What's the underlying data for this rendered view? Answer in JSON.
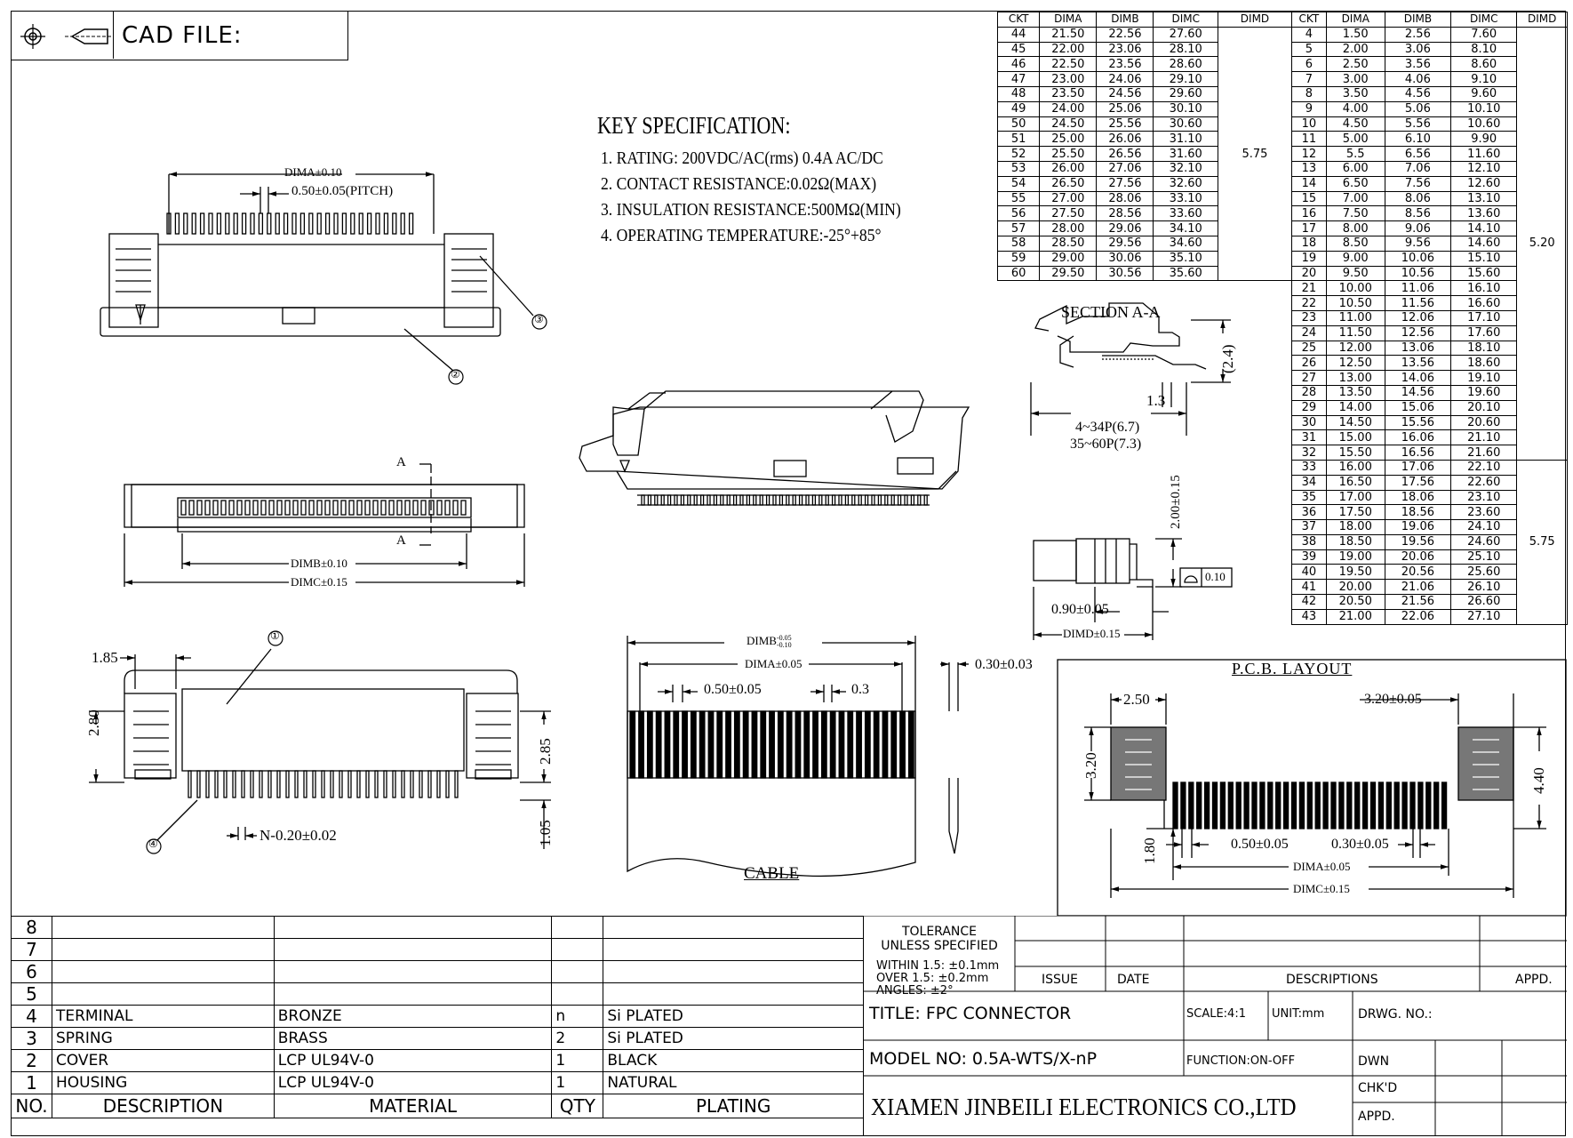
{
  "header": {
    "cad_label": "CAD FILE:"
  },
  "dim_table_left": {
    "headers": [
      "CKT",
      "DIMA",
      "DIMB",
      "DIMC",
      "DIMD"
    ],
    "dimd_value": "5.75",
    "rows": [
      [
        "44",
        "21.50",
        "22.56",
        "27.60"
      ],
      [
        "45",
        "22.00",
        "23.06",
        "28.10"
      ],
      [
        "46",
        "22.50",
        "23.56",
        "28.60"
      ],
      [
        "47",
        "23.00",
        "24.06",
        "29.10"
      ],
      [
        "48",
        "23.50",
        "24.56",
        "29.60"
      ],
      [
        "49",
        "24.00",
        "25.06",
        "30.10"
      ],
      [
        "50",
        "24.50",
        "25.56",
        "30.60"
      ],
      [
        "51",
        "25.00",
        "26.06",
        "31.10"
      ],
      [
        "52",
        "25.50",
        "26.56",
        "31.60"
      ],
      [
        "53",
        "26.00",
        "27.06",
        "32.10"
      ],
      [
        "54",
        "26.50",
        "27.56",
        "32.60"
      ],
      [
        "55",
        "27.00",
        "28.06",
        "33.10"
      ],
      [
        "56",
        "27.50",
        "28.56",
        "33.60"
      ],
      [
        "57",
        "28.00",
        "29.06",
        "34.10"
      ],
      [
        "58",
        "28.50",
        "29.56",
        "34.60"
      ],
      [
        "59",
        "29.00",
        "30.06",
        "35.10"
      ],
      [
        "60",
        "29.50",
        "30.56",
        "35.60"
      ]
    ]
  },
  "dim_table_right": {
    "headers": [
      "CKT",
      "DIMA",
      "DIMB",
      "DIMC",
      "DIMD"
    ],
    "dimd_top": "5.20",
    "dimd_bottom": "5.75",
    "rows": [
      [
        "4",
        "1.50",
        "2.56",
        "7.60"
      ],
      [
        "5",
        "2.00",
        "3.06",
        "8.10"
      ],
      [
        "6",
        "2.50",
        "3.56",
        "8.60"
      ],
      [
        "7",
        "3.00",
        "4.06",
        "9.10"
      ],
      [
        "8",
        "3.50",
        "4.56",
        "9.60"
      ],
      [
        "9",
        "4.00",
        "5.06",
        "10.10"
      ],
      [
        "10",
        "4.50",
        "5.56",
        "10.60"
      ],
      [
        "11",
        "5.00",
        "6.10",
        "9.90"
      ],
      [
        "12",
        "5.5",
        "6.56",
        "11.60"
      ],
      [
        "13",
        "6.00",
        "7.06",
        "12.10"
      ],
      [
        "14",
        "6.50",
        "7.56",
        "12.60"
      ],
      [
        "15",
        "7.00",
        "8.06",
        "13.10"
      ],
      [
        "16",
        "7.50",
        "8.56",
        "13.60"
      ],
      [
        "17",
        "8.00",
        "9.06",
        "14.10"
      ],
      [
        "18",
        "8.50",
        "9.56",
        "14.60"
      ],
      [
        "19",
        "9.00",
        "10.06",
        "15.10"
      ],
      [
        "20",
        "9.50",
        "10.56",
        "15.60"
      ],
      [
        "21",
        "10.00",
        "11.06",
        "16.10"
      ],
      [
        "22",
        "10.50",
        "11.56",
        "16.60"
      ],
      [
        "23",
        "11.00",
        "12.06",
        "17.10"
      ],
      [
        "24",
        "11.50",
        "12.56",
        "17.60"
      ],
      [
        "25",
        "12.00",
        "13.06",
        "18.10"
      ],
      [
        "26",
        "12.50",
        "13.56",
        "18.60"
      ],
      [
        "27",
        "13.00",
        "14.06",
        "19.10"
      ],
      [
        "28",
        "13.50",
        "14.56",
        "19.60"
      ],
      [
        "29",
        "14.00",
        "15.06",
        "20.10"
      ],
      [
        "30",
        "14.50",
        "15.56",
        "20.60"
      ],
      [
        "31",
        "15.00",
        "16.06",
        "21.10"
      ],
      [
        "32",
        "15.50",
        "16.56",
        "21.60"
      ],
      [
        "33",
        "16.00",
        "17.06",
        "22.10"
      ],
      [
        "34",
        "16.50",
        "17.56",
        "22.60"
      ],
      [
        "35",
        "17.00",
        "18.06",
        "23.10"
      ],
      [
        "36",
        "17.50",
        "18.56",
        "23.60"
      ],
      [
        "37",
        "18.00",
        "19.06",
        "24.10"
      ],
      [
        "38",
        "18.50",
        "19.56",
        "24.60"
      ],
      [
        "39",
        "19.00",
        "20.06",
        "25.10"
      ],
      [
        "40",
        "19.50",
        "20.56",
        "25.60"
      ],
      [
        "41",
        "20.00",
        "21.06",
        "26.10"
      ],
      [
        "42",
        "20.50",
        "21.56",
        "26.60"
      ],
      [
        "43",
        "21.00",
        "22.06",
        "27.10"
      ]
    ]
  },
  "key_spec": {
    "title": "KEY SPECIFICATION:",
    "items": [
      "1. RATING: 200VDC/AC(rms) 0.4A AC/DC",
      "2. CONTACT RESISTANCE:0.02Ω(MAX)",
      "3. INSULATION RESISTANCE:500MΩ(MIN)",
      "4. OPERATING TEMPERATURE:-25°+85°"
    ]
  },
  "drawing_labels": {
    "top_dima": "DIMA±0.10",
    "pitch": "0.50±0.05(PITCH)",
    "callout_1": "①",
    "callout_2": "②",
    "callout_3": "③",
    "callout_4": "④",
    "section_a": "A",
    "dimb_010": "DIMB±0.10",
    "dimc_015": "DIMC±0.15",
    "side_185": "1.85",
    "side_280": "2.80",
    "side_285": "2.85",
    "side_105": "1.05",
    "pin_width": "N-0.20±0.02",
    "cable_dimb": "DIMB",
    "cable_dimb_tol_top": "-0.05",
    "cable_dimb_tol_bot": "-0.10",
    "cable_dima": "DIMA±0.05",
    "cable_pitch": "0.50±0.05",
    "cable_03": "0.3",
    "cable_thick": "0.30±0.03",
    "cable_title": "CABLE",
    "section_title": "SECTION A-A",
    "sec_24": "(2.4)",
    "sec_13": "1.3",
    "sec_434": "4~34P(6.7)",
    "sec_3560": "35~60P(7.3)",
    "side2_200": "2.00±0.15",
    "side2_010": "0.10",
    "side2_090": "0.90±0.05",
    "side2_dimd": "DIMD±0.15",
    "pcb_title": "P.C.B. LAYOUT",
    "pcb_250": "2.50",
    "pcb_320w": "3.20±0.05",
    "pcb_320h": "3.20",
    "pcb_440": "4.40",
    "pcb_180": "1.80",
    "pcb_pitch": "0.50±0.05",
    "pcb_030": "0.30±0.05",
    "pcb_dima": "DIMA±0.05",
    "pcb_dimc": "DIMC±0.15"
  },
  "bom": {
    "row_numbers": [
      "8",
      "7",
      "6",
      "5"
    ],
    "items": [
      {
        "no": "4",
        "desc": "TERMINAL",
        "material": "BRONZE",
        "qty": "n",
        "plating": "Si PLATED"
      },
      {
        "no": "3",
        "desc": "SPRING",
        "material": "BRASS",
        "qty": "2",
        "plating": "Si PLATED"
      },
      {
        "no": "2",
        "desc": "COVER",
        "material": "LCP UL94V-0",
        "qty": "1",
        "plating": "BLACK"
      },
      {
        "no": "1",
        "desc": "HOUSING",
        "material": "LCP UL94V-0",
        "qty": "1",
        "plating": "NATURAL"
      }
    ],
    "headers": {
      "no": "NO.",
      "desc": "DESCRIPTION",
      "material": "MATERIAL",
      "qty": "QTY",
      "plating": "PLATING"
    }
  },
  "title_block": {
    "tolerance_1": "TOLERANCE",
    "tolerance_2": "UNLESS SPECIFIED",
    "within": "WITHIN 1.5: ±0.1mm",
    "over": "OVER 1.5:  ±0.2mm",
    "angles": "ANGLES: ±2°",
    "issue": "ISSUE",
    "date": "DATE",
    "descriptions": "DESCRIPTIONS",
    "appd": "APPD.",
    "title": "TITLE:  FPC CONNECTOR",
    "scale": "SCALE:4:1",
    "unit": "UNIT:mm",
    "drwg": "DRWG. NO.:",
    "model": "MODEL NO: 0.5A-WTS/X-nP",
    "function": "FUNCTION:ON-OFF",
    "dwn": "DWN",
    "chkd": "CHK'D",
    "appd2": "APPD.",
    "company": "XIAMEN JINBEILI ELECTRONICS CO.,LTD"
  }
}
